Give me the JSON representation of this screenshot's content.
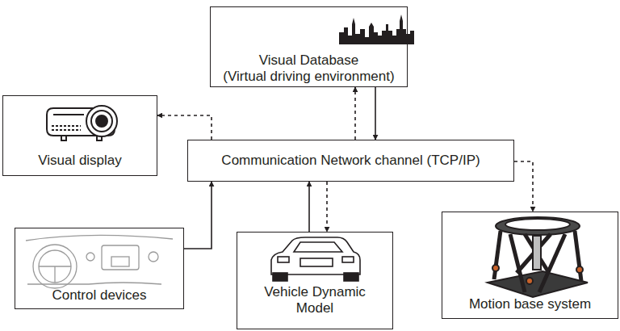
{
  "diagram": {
    "nodes": [
      {
        "text": [
          "Visual Database",
          "(Virtual driving environment)"
        ]
      },
      {
        "text": [
          "Visual display"
        ]
      },
      {
        "text": [
          "Communication Network channel (TCP/IP)"
        ]
      },
      {
        "text": [
          "Control devices"
        ]
      },
      {
        "text": [
          "Vehicle Dynamic Model"
        ]
      },
      {
        "text": [
          "Motion base system"
        ]
      }
    ],
    "edges": [
      {
        "from": 2,
        "to": 1,
        "arrow": "to"
      },
      {
        "from": 2,
        "to": 0,
        "arrow": "to"
      },
      {
        "from": 0,
        "to": 2,
        "arrow": "to"
      },
      {
        "from": 2,
        "to": 5,
        "arrow": "to"
      },
      {
        "from": 3,
        "to": 2,
        "arrow": "to"
      },
      {
        "from": 4,
        "to": 2,
        "arrow": "to"
      },
      {
        "from": 2,
        "to": 4,
        "arrow": "to"
      }
    ]
  }
}
